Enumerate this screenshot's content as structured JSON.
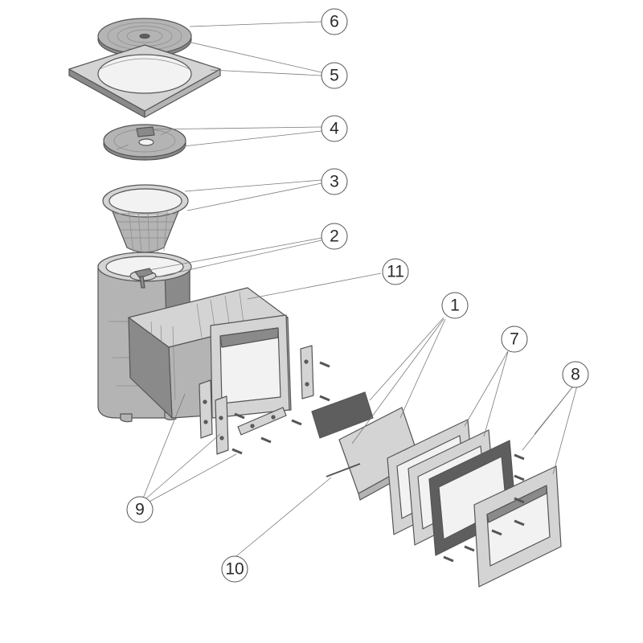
{
  "callouts": [
    {
      "id": "6",
      "label": "6"
    },
    {
      "id": "5",
      "label": "5"
    },
    {
      "id": "4",
      "label": "4"
    },
    {
      "id": "3",
      "label": "3"
    },
    {
      "id": "2",
      "label": "2"
    },
    {
      "id": "11",
      "label": "11"
    },
    {
      "id": "1",
      "label": "1"
    },
    {
      "id": "7",
      "label": "7"
    },
    {
      "id": "8",
      "label": "8"
    },
    {
      "id": "9",
      "label": "9"
    },
    {
      "id": "10",
      "label": "10"
    }
  ],
  "colors": {
    "part_light": "#d4d4d4",
    "part_mid": "#b4b4b4",
    "part_dark": "#8a8a8a",
    "gasket_dark": "#5e5e5e",
    "outline": "#555555"
  }
}
